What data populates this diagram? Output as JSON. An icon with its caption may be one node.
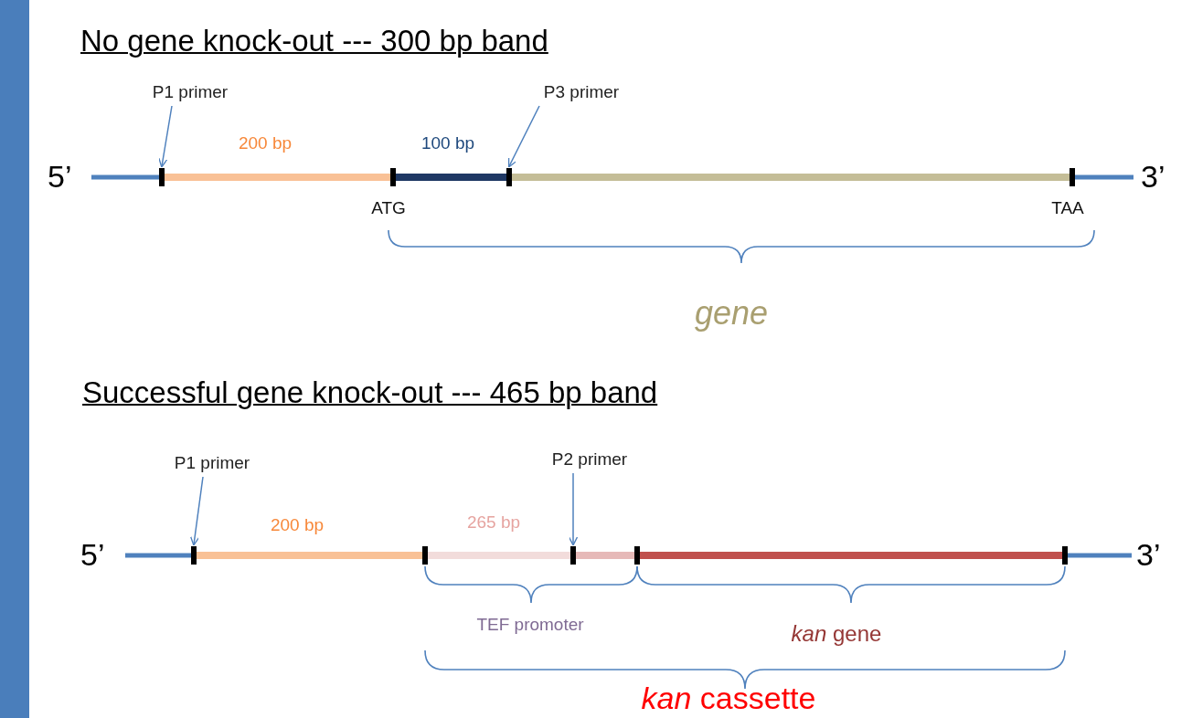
{
  "diagram": {
    "nodes": [
      {
        "text": [
          "P1 primer"
        ]
      },
      {
        "text": [],
        "shape": "bar"
      },
      {
        "text": [
          "P3 primer"
        ]
      },
      {
        "text": [],
        "shape": "bar"
      },
      {
        "text": [
          "P1 primer"
        ]
      },
      {
        "text": [],
        "shape": "bar"
      },
      {
        "text": [
          "P2 primer"
        ]
      },
      {
        "text": [],
        "shape": "bar"
      }
    ],
    "edges": [
      {
        "from": 0,
        "to": 1,
        "arrow": "to"
      },
      {
        "from": 2,
        "to": 3,
        "arrow": "to"
      },
      {
        "from": 4,
        "to": 5,
        "arrow": "to"
      },
      {
        "from": 6,
        "to": 7,
        "arrow": "to"
      }
    ],
    "labels": [
      "No gene knock-out --- 300 bp band",
      "5’",
      "200 bp",
      "100 bp",
      "3’",
      "ATG",
      "TAA",
      "gene",
      "Successful gene knock-out --- 465 bp band",
      "5’",
      "200 bp",
      "265 bp",
      "3’",
      "TEF promoter",
      "*kan* gene",
      "*kan* cassette"
    ]
  }
}
